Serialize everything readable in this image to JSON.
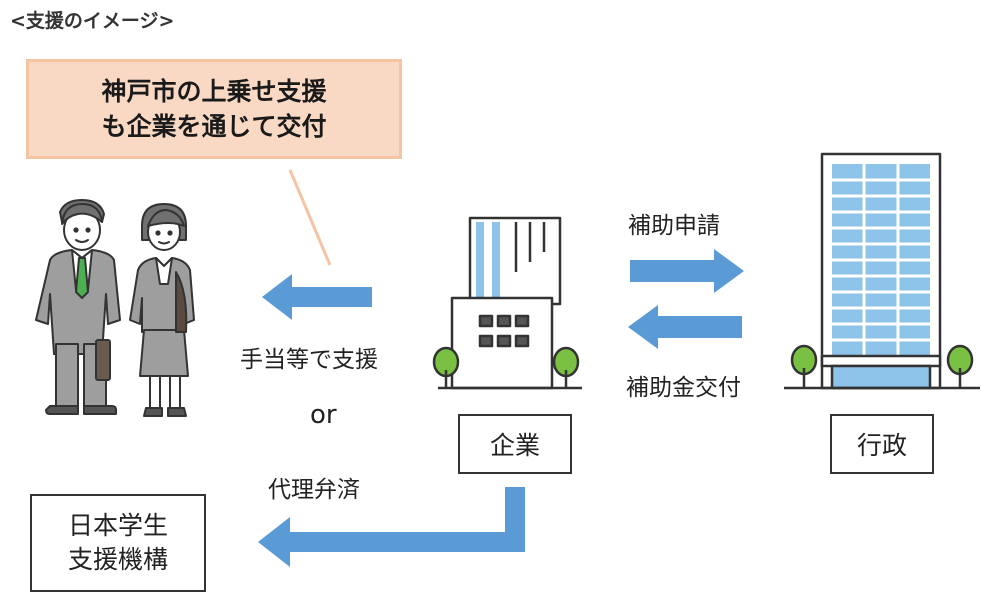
{
  "heading": "<支援のイメージ>",
  "callout": {
    "line1": "神戸市の上乗せ支援",
    "line2": "も企業を通じて交付"
  },
  "labels": {
    "allowance": "手当等で支援",
    "or": "or",
    "proxy_repayment": "代理弁済",
    "subsidy_application": "補助申請",
    "subsidy_payment": "補助金交付"
  },
  "boxes": {
    "company": "企業",
    "government": "行政",
    "jasso_line1": "日本学生",
    "jasso_line2": "支援機構"
  },
  "colors": {
    "arrow": "#5b9bd5",
    "callout_fill": "#f9d9c4",
    "callout_border": "#f5c4a3",
    "tree": "#7ac143",
    "suit": "#9e9e9e",
    "tie": "#4caf50",
    "building_glass": "#8ec3ea"
  }
}
